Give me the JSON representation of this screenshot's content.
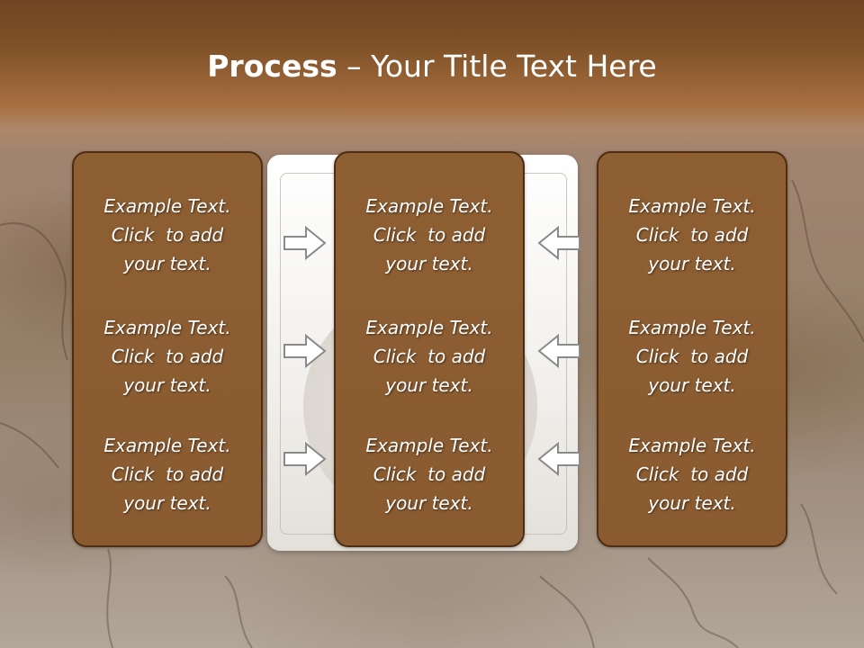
{
  "title": {
    "bold": "Process",
    "rest": " – Your Title Text Here"
  },
  "columns": [
    {
      "items": [
        [
          "Example Text.",
          "Click  to add",
          "your text."
        ],
        [
          "Example Text.",
          "Click  to add",
          "your text."
        ],
        [
          "Example Text.",
          "Click  to add",
          "your text."
        ]
      ]
    },
    {
      "items": [
        [
          "Example Text.",
          "Click  to add",
          "your text."
        ],
        [
          "Example Text.",
          "Click  to add",
          "your text."
        ],
        [
          "Example Text.",
          "Click  to add",
          "your text."
        ]
      ]
    },
    {
      "items": [
        [
          "Example Text.",
          "Click  to add",
          "your text."
        ],
        [
          "Example Text.",
          "Click  to add",
          "your text."
        ],
        [
          "Example Text.",
          "Click  to add",
          "your text."
        ]
      ]
    }
  ],
  "arrows": {
    "left_column_direction": "right",
    "right_column_direction": "left",
    "count_per_side": 3
  },
  "colors": {
    "title_band": "#7f5128",
    "box_fill": "#8d5e32",
    "box_border": "#4e2d12",
    "text": "#ffffff"
  },
  "icons": {
    "right_arrow": "outline-right-arrow-icon",
    "left_arrow": "outline-left-arrow-icon"
  }
}
